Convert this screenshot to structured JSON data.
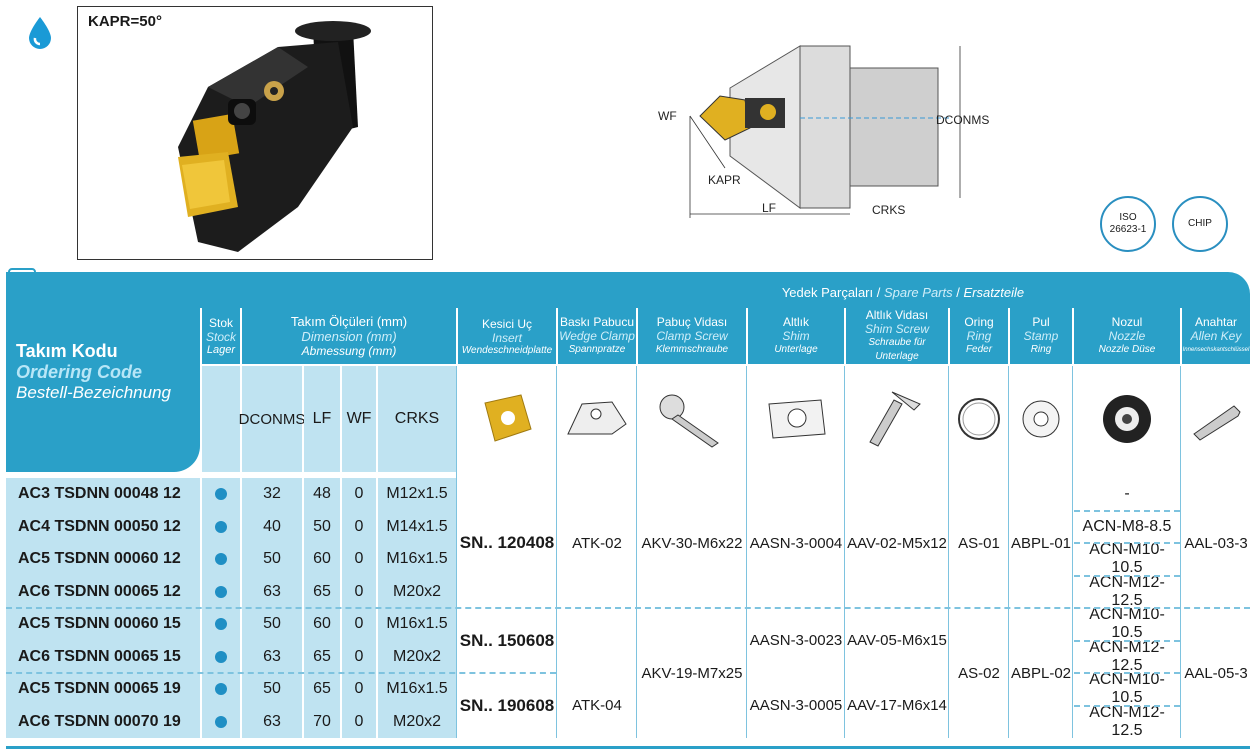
{
  "header": {
    "kapr_label": "KAPR=50°",
    "badge_iso_line1": "ISO",
    "badge_iso_line2": "26623-1",
    "badge_chip": "CHIP"
  },
  "diagram": {
    "wf": "WF",
    "dconms": "DCONMS",
    "kapr": "KAPR",
    "lf": "LF",
    "crks": "CRKS"
  },
  "table": {
    "spare_parts_tr": "Yedek Parçaları",
    "spare_parts_en": "Spare Parts",
    "spare_parts_de": "Ersatzteile",
    "code_tr": "Takım Kodu",
    "code_en": "Ordering Code",
    "code_de": "Bestell-Bezeichnung",
    "stock_tr": "Stok",
    "stock_en": "Stock",
    "stock_de": "Lager",
    "dim_tr": "Takım Ölçüleri (mm)",
    "dim_en": "Dimension (mm)",
    "dim_de": "Abmessung (mm)",
    "dim_cols": [
      "DCONMS",
      "LF",
      "WF",
      "CRKS"
    ],
    "insert_tr": "Kesici Uç",
    "insert_en": "Insert",
    "insert_de": "Wendeschneidplatte",
    "parts_cols": [
      {
        "tr": "Baskı Pabucu",
        "en": "Wedge Clamp",
        "de": "Spannpratze"
      },
      {
        "tr": "Pabuç Vidası",
        "en": "Clamp Screw",
        "de": "Klemmschraube"
      },
      {
        "tr": "Altlık",
        "en": "Shim",
        "de": "Unterlage"
      },
      {
        "tr": "Altlık Vidası",
        "en": "Shim Screw",
        "de": "Schraube für Unterlage"
      },
      {
        "tr": "Oring",
        "en": "Ring",
        "de": "Feder"
      },
      {
        "tr": "Pul",
        "en": "Stamp",
        "de": "Ring"
      },
      {
        "tr": "Nozul",
        "en": "Nozzle",
        "de": "Nozzle Düse"
      },
      {
        "tr": "Anahtar",
        "en": "Allen Key",
        "de": "Innensechskantschlüssel"
      }
    ],
    "rows": [
      {
        "code": "AC3 TSDNN 00048 12",
        "dconms": "32",
        "lf": "48",
        "wf": "0",
        "crks": "M12x1.5",
        "nozzle": "-"
      },
      {
        "code": "AC4 TSDNN 00050 12",
        "dconms": "40",
        "lf": "50",
        "wf": "0",
        "crks": "M14x1.5",
        "nozzle": "ACN-M8-8.5"
      },
      {
        "code": "AC5 TSDNN 00060 12",
        "dconms": "50",
        "lf": "60",
        "wf": "0",
        "crks": "M16x1.5",
        "nozzle": "ACN-M10-10.5"
      },
      {
        "code": "AC6 TSDNN 00065 12",
        "dconms": "63",
        "lf": "65",
        "wf": "0",
        "crks": "M20x2",
        "nozzle": "ACN-M12-12.5"
      },
      {
        "code": "AC5 TSDNN 00060 15",
        "dconms": "50",
        "lf": "60",
        "wf": "0",
        "crks": "M16x1.5",
        "nozzle": "ACN-M10-10.5"
      },
      {
        "code": "AC6 TSDNN 00065 15",
        "dconms": "63",
        "lf": "65",
        "wf": "0",
        "crks": "M20x2",
        "nozzle": "ACN-M12-12.5"
      },
      {
        "code": "AC5 TSDNN 00065 19",
        "dconms": "50",
        "lf": "65",
        "wf": "0",
        "crks": "M16x1.5",
        "nozzle": "ACN-M10-10.5"
      },
      {
        "code": "AC6 TSDNN 00070 19",
        "dconms": "63",
        "lf": "70",
        "wf": "0",
        "crks": "M20x2",
        "nozzle": "ACN-M12-12.5"
      }
    ],
    "groups": {
      "insert": [
        "SN.. 120408",
        "SN.. 150608",
        "SN.. 190608"
      ],
      "wedge": [
        "ATK-02",
        "ATK-04"
      ],
      "clamp_screw": [
        "AKV-30-M6x22",
        "AKV-19-M7x25"
      ],
      "shim": [
        "AASN-3-0004",
        "AASN-3-0023",
        "AASN-3-0005"
      ],
      "shim_screw": [
        "AAV-02-M5x12",
        "AAV-05-M6x15",
        "AAV-17-M6x14"
      ],
      "oring": [
        "AS-01",
        "AS-02"
      ],
      "stamp": [
        "ABPL-01",
        "ABPL-02"
      ],
      "key": [
        "AAL-03-3",
        "AAL-05-3"
      ]
    },
    "colors": {
      "header": "#2aa0c8",
      "light": "#bfe3f1",
      "dot": "#1f8fc4"
    }
  }
}
